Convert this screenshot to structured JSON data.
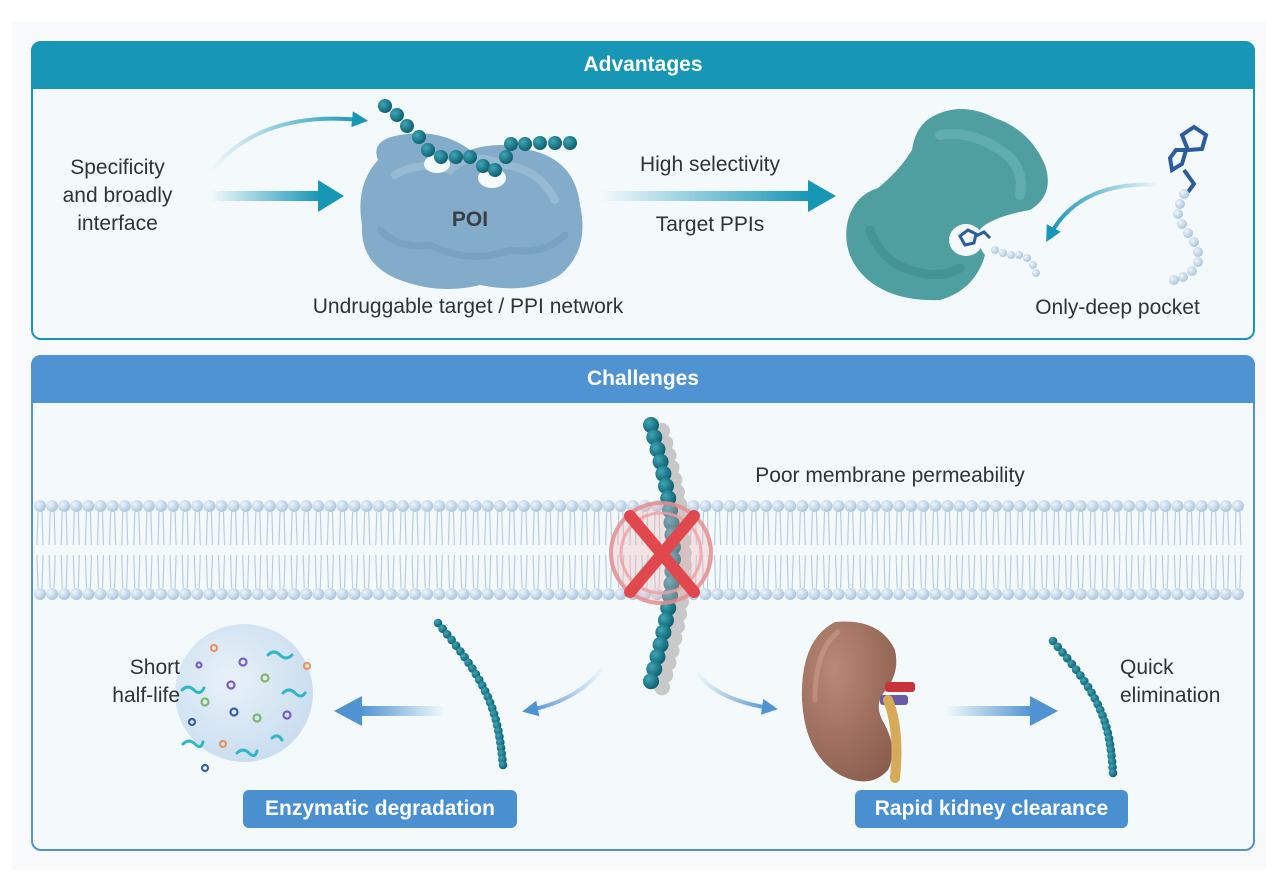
{
  "advantages": {
    "header": "Advantages",
    "specificity_text": "Specificity\nand broadly\ninterface",
    "poi_label": "POI",
    "undruggable_label": "Undruggable target / PPI network",
    "high_selectivity": "High selectivity",
    "target_ppis": "Target PPIs",
    "deep_pocket_label": "Only-deep pocket"
  },
  "challenges": {
    "header": "Challenges",
    "membrane_label": "Poor membrane permeability",
    "short_half_life": "Short\nhalf-life",
    "enzymatic_degradation": "Enzymatic degradation",
    "rapid_kidney_clearance": "Rapid kidney clearance",
    "quick_elimination": "Quick\nelimination"
  },
  "colors": {
    "advantages_accent": "#1796b6",
    "challenges_accent": "#4f93d2",
    "peptide_bead": "#0f6f82",
    "poi_blob": "#7fa9c9",
    "pocket_protein": "#4f9ea0",
    "membrane_head": "#c9dcee",
    "blocked_cross": "#e0484d",
    "kidney": "#9c6e5e"
  },
  "icons": [
    "peptide-chain-icon",
    "poi-protein-icon",
    "pocket-protein-icon",
    "small-molecule-icon",
    "lipid-bilayer-icon",
    "blocked-cross-icon",
    "degradation-sphere-icon",
    "kidney-icon"
  ]
}
